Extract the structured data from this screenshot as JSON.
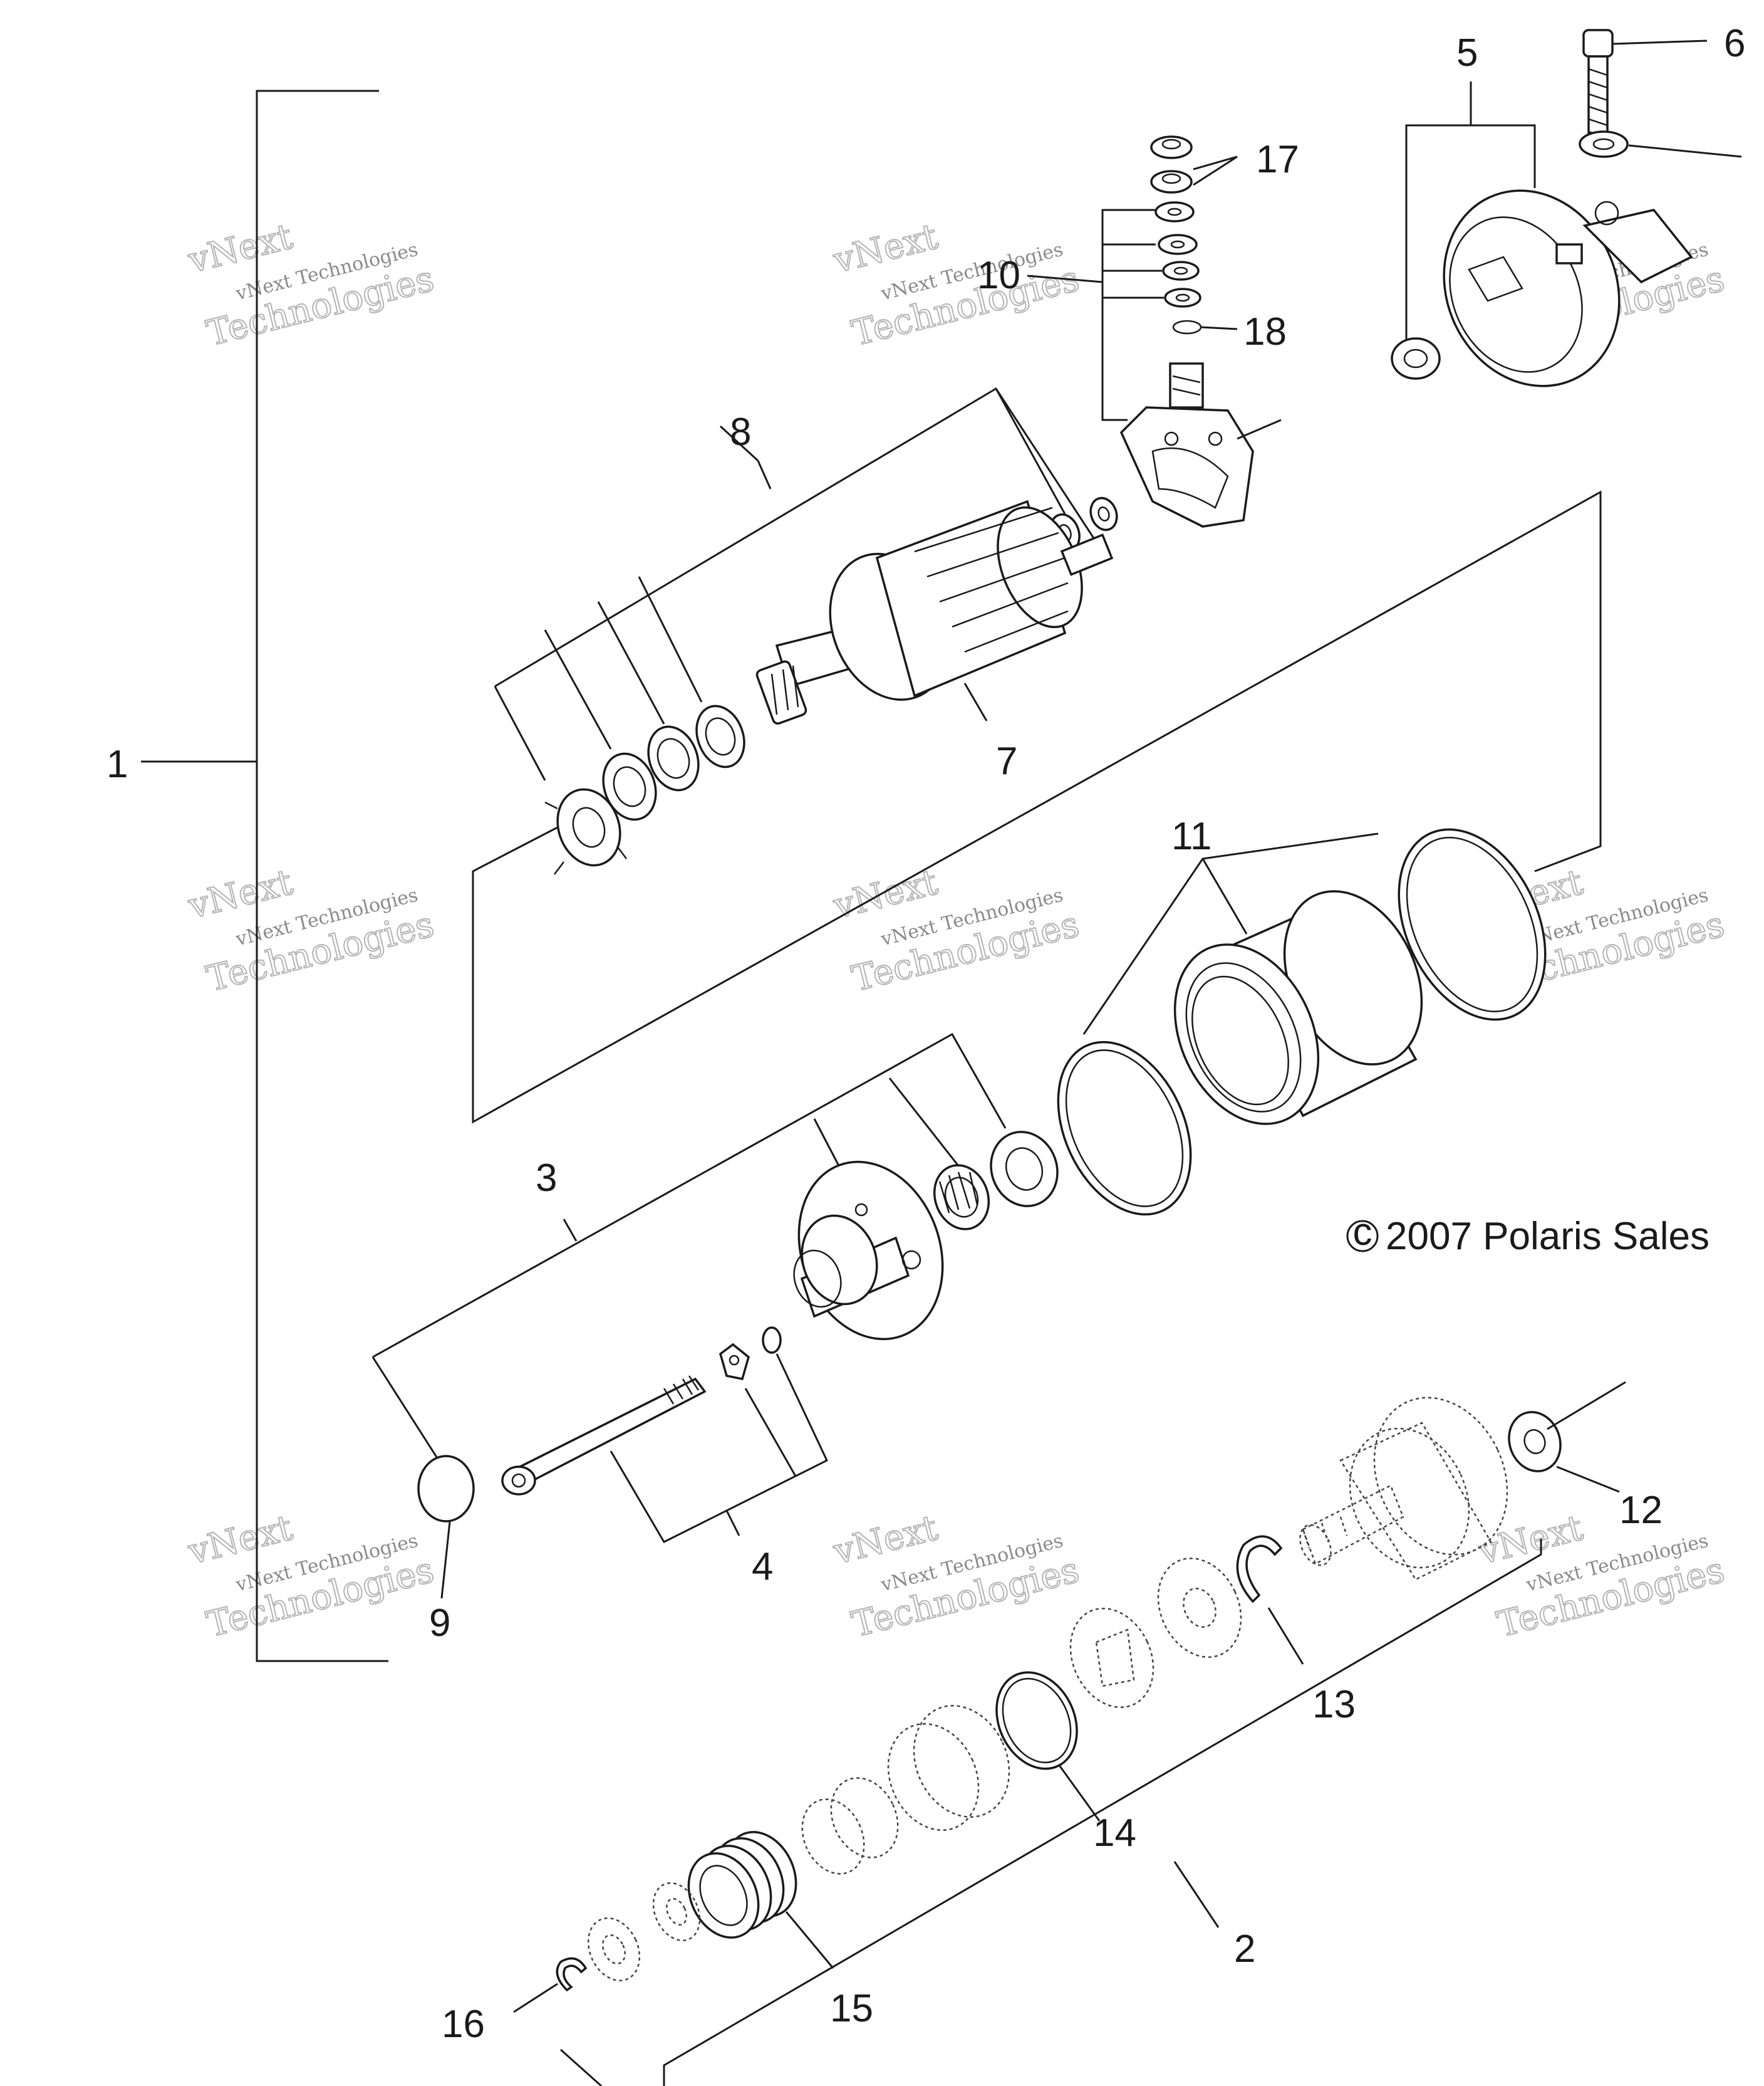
{
  "diagram": {
    "callouts": [
      {
        "id": "1",
        "text": "1"
      },
      {
        "id": "2",
        "text": "2"
      },
      {
        "id": "3",
        "text": "3"
      },
      {
        "id": "4",
        "text": "4"
      },
      {
        "id": "5",
        "text": "5"
      },
      {
        "id": "6",
        "text": "6"
      },
      {
        "id": "7",
        "text": "7"
      },
      {
        "id": "8",
        "text": "8"
      },
      {
        "id": "9",
        "text": "9"
      },
      {
        "id": "10",
        "text": "10"
      },
      {
        "id": "11",
        "text": "11"
      },
      {
        "id": "12",
        "text": "12"
      },
      {
        "id": "13",
        "text": "13"
      },
      {
        "id": "14",
        "text": "14"
      },
      {
        "id": "15",
        "text": "15"
      },
      {
        "id": "16",
        "text": "16"
      },
      {
        "id": "17",
        "text": "17"
      },
      {
        "id": "18",
        "text": "18"
      }
    ],
    "copyright": "2007 Polaris Sales",
    "copyright_symbol": "c",
    "watermark": {
      "line1": "vNext Technologies",
      "line2": "Technologies",
      "line3": "vNext"
    }
  }
}
